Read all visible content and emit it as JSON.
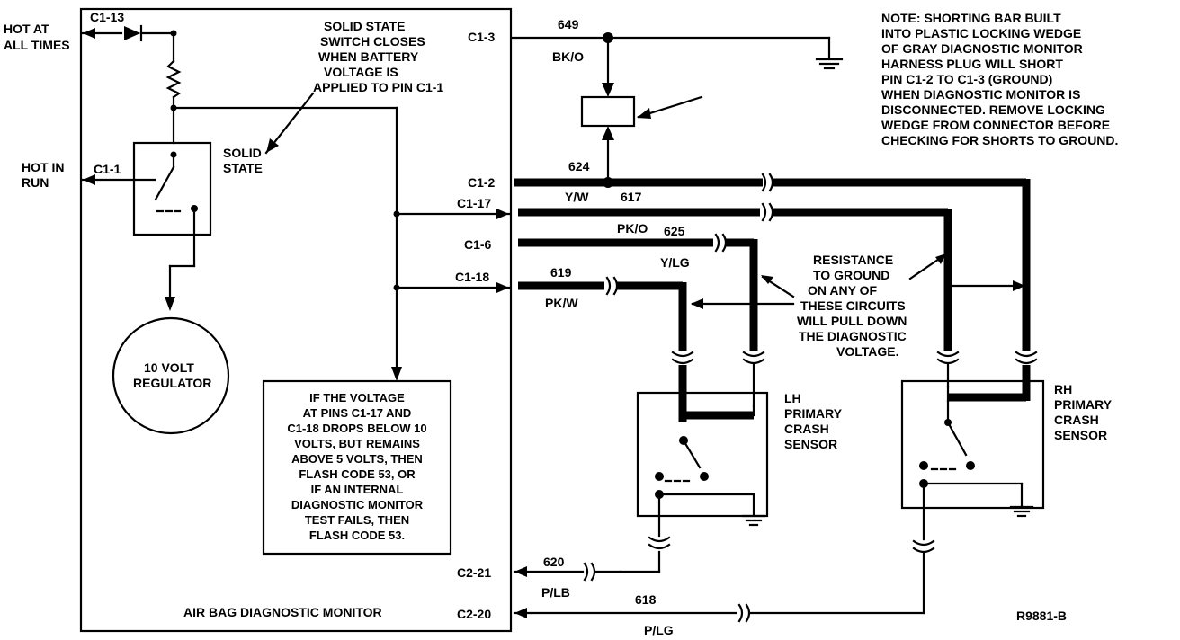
{
  "diagram": {
    "left_labels": {
      "hot_at_all_times": [
        "HOT AT",
        "ALL TIMES"
      ],
      "hot_in_run": [
        "HOT IN",
        "RUN"
      ]
    },
    "monitor": {
      "title": "AIR BAG DIAGNOSTIC MONITOR",
      "pins": {
        "c1_13": "C1-13",
        "c1_1": "C1-1",
        "c1_3": "C1-3",
        "c1_2": "C1-2",
        "c1_17": "C1-17",
        "c1_6": "C1-6",
        "c1_18": "C1-18",
        "c2_21": "C2-21",
        "c2_20": "C2-20"
      },
      "switch_note": [
        "SOLID STATE",
        "SWITCH CLOSES",
        "WHEN BATTERY",
        "VOLTAGE IS",
        "APPLIED TO PIN C1-1"
      ],
      "solid_state": [
        "SOLID",
        "STATE"
      ],
      "regulator": [
        "10 VOLT",
        "REGULATOR"
      ],
      "flash_note": [
        "IF THE VOLTAGE",
        "AT PINS C1-17 AND",
        "C1-18 DROPS BELOW 10",
        "VOLTS, BUT REMAINS",
        "ABOVE 5 VOLTS, THEN",
        "FLASH CODE 53, OR",
        "IF AN INTERNAL",
        "DIAGNOSTIC MONITOR",
        "TEST FAILS, THEN",
        "FLASH CODE 53."
      ]
    },
    "wires": {
      "w649": "649",
      "bk_o": "BK/O",
      "w624": "624",
      "y_w": "Y/W",
      "w617": "617",
      "pk_o": "PK/O",
      "w625": "625",
      "y_lg": "Y/LG",
      "w619": "619",
      "pk_w": "PK/W",
      "w620": "620",
      "p_lb": "P/LB",
      "w618": "618",
      "p_lg": "P/LG"
    },
    "shorting_note": [
      "NOTE: SHORTING BAR BUILT",
      "INTO PLASTIC LOCKING WEDGE",
      "OF GRAY DIAGNOSTIC MONITOR",
      "HARNESS PLUG WILL SHORT",
      "PIN C1-2 TO C1-3 (GROUND)",
      "WHEN DIAGNOSTIC MONITOR IS",
      "DISCONNECTED. REMOVE LOCKING",
      "WEDGE FROM CONNECTOR BEFORE",
      "CHECKING FOR SHORTS TO GROUND."
    ],
    "resistance_note": [
      "RESISTANCE",
      "TO GROUND",
      "ON ANY OF",
      "THESE CIRCUITS",
      "WILL PULL DOWN",
      "THE DIAGNOSTIC",
      "VOLTAGE."
    ],
    "lh_sensor": [
      "LH",
      "PRIMARY",
      "CRASH",
      "SENSOR"
    ],
    "rh_sensor": [
      "RH",
      "PRIMARY",
      "CRASH",
      "SENSOR"
    ],
    "figure_id": "R9881-B"
  }
}
